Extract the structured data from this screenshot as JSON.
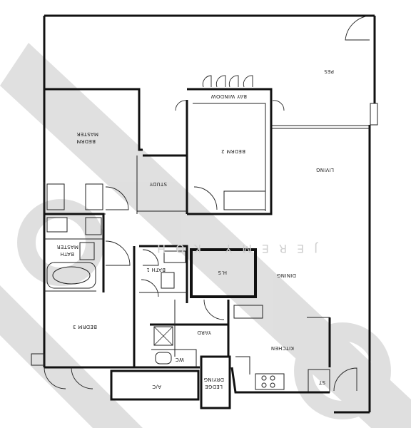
{
  "watermark": {
    "text": "JEREMY KOH"
  },
  "rooms": {
    "pes": "PES",
    "living": "LIVING",
    "dining": "DINING",
    "master_bedrm_line1": "MASTER",
    "master_bedrm_line2": "BEDRM",
    "master_bath_line1": "MASTER",
    "master_bath_line2": "BATH",
    "bedrm2": "BEDRM 2",
    "bedrm3": "BEDRM 3",
    "study": "STUDY",
    "bay_window": "BAY WINDOW",
    "bath1": "BATH 1",
    "hs": "H.S",
    "yard": "YARD",
    "kitchen": "KITCHEN",
    "wc": "WC",
    "ac": "A/C",
    "drying_line1": "DRYING",
    "drying_line2": "LEDGE",
    "st": "ST"
  }
}
